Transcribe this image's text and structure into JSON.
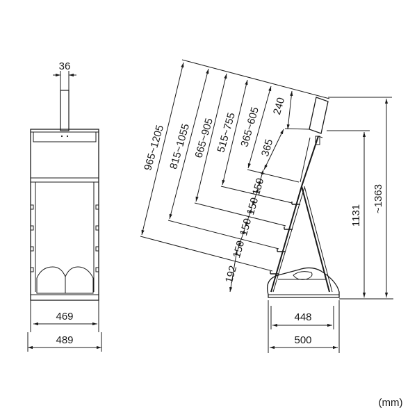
{
  "diagram": {
    "unit_label": "(mm)",
    "front_view": {
      "pole_width": "36",
      "inner_width": "469",
      "outer_width": "489"
    },
    "side_view": {
      "top_gap": "240",
      "slot_heights": [
        "965~1205",
        "815~1055",
        "665~905",
        "515~755",
        "365~605",
        "365"
      ],
      "steps": [
        "150",
        "150",
        "150",
        "150"
      ],
      "base_height": "192",
      "base_inner": "448",
      "base_outer": "500",
      "height_frame": "1131",
      "height_total": "~1363"
    }
  }
}
